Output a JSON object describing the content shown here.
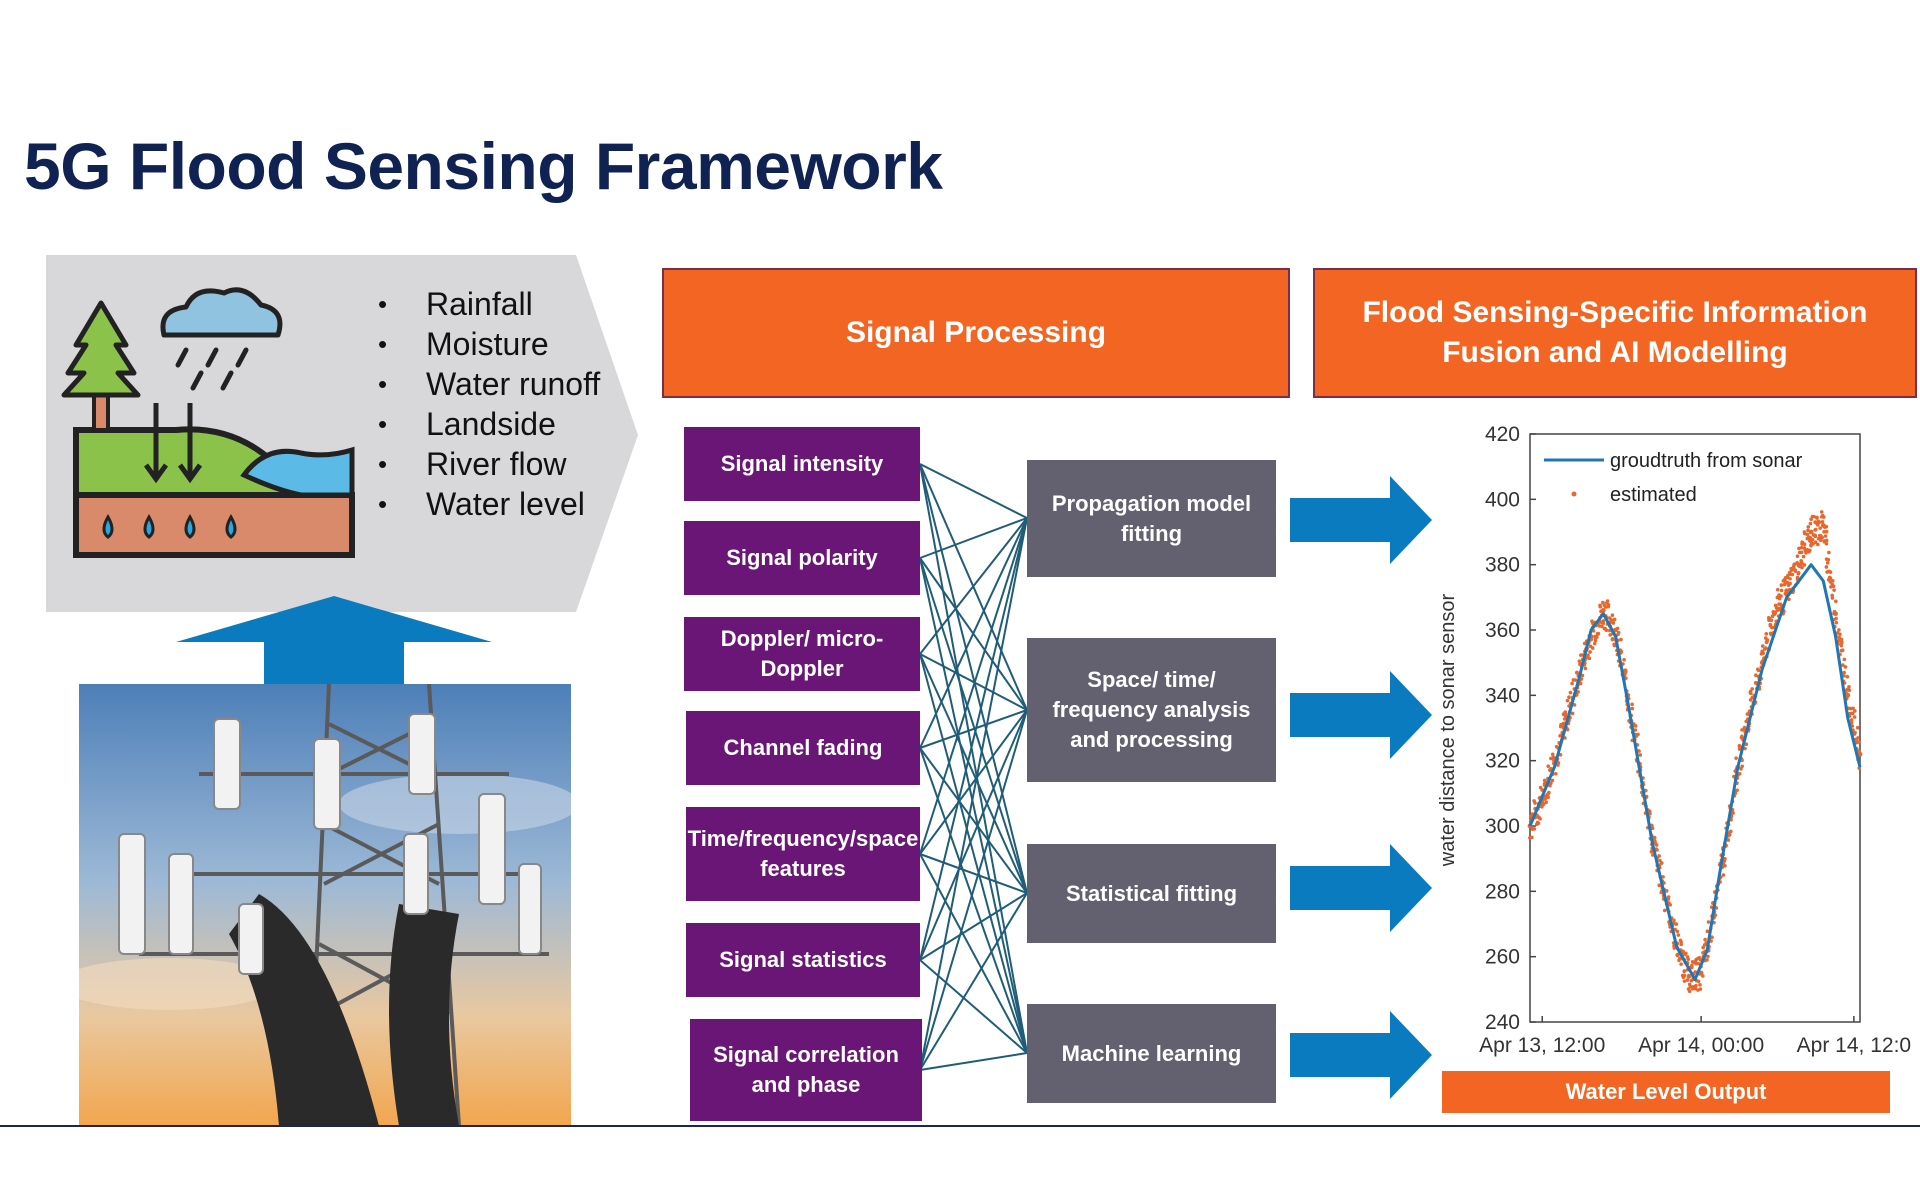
{
  "title": "5G Flood Sensing Framework",
  "bullets": [
    "Rainfall",
    "Moisture",
    "Water runoff",
    "Landside",
    "River flow",
    "Water level"
  ],
  "signal_processing": {
    "heading": "Signal Processing",
    "features": [
      "Signal intensity",
      "Signal polarity",
      "Doppler/ micro-Doppler",
      "Channel fading",
      "Time/frequency/space features",
      "Signal statistics",
      "Signal correlation and phase"
    ],
    "methods": [
      "Propagation model fitting",
      "Space/ time/ frequency analysis and processing",
      "Statistical fitting",
      "Machine learning"
    ]
  },
  "fusion": {
    "heading": "Flood Sensing-Specific Information Fusion and AI Modelling"
  },
  "output_label": "Water Level Output",
  "colors": {
    "title": "#0f2252",
    "orange": "#f26522",
    "purple": "#6a1676",
    "grey": "#63606f",
    "arrow": "#0b7bc0",
    "link": "#1f5d78"
  },
  "chart_data": {
    "type": "line",
    "ylabel": "water distance to sonar sensor",
    "ylim": [
      240,
      420
    ],
    "yticks": [
      240,
      260,
      280,
      300,
      320,
      340,
      360,
      380,
      400,
      420
    ],
    "xticks": [
      "Apr 13, 12:00",
      "Apr 14, 00:00",
      "Apr 14, 12:0"
    ],
    "legend_position": "top-left",
    "x_hours_range": [
      0,
      27
    ],
    "series": [
      {
        "name": "groudtruth from sonar",
        "style": "line",
        "color": "#1f77b4",
        "x": [
          0,
          2,
          4,
          5,
          6,
          7,
          8,
          10,
          12,
          13.5,
          14.5,
          15.5,
          17,
          19,
          21,
          23,
          24,
          25,
          26,
          27
        ],
        "y": [
          300,
          318,
          345,
          360,
          365,
          358,
          338,
          295,
          263,
          253,
          262,
          285,
          318,
          348,
          370,
          380,
          375,
          358,
          333,
          318
        ]
      },
      {
        "name": "estimated",
        "style": "scatter",
        "color": "#e8672d",
        "x": [
          0,
          1,
          2,
          3,
          4,
          5,
          6,
          7,
          8,
          9,
          10,
          11,
          12,
          13,
          14,
          15,
          16,
          17,
          18,
          19,
          20,
          21,
          22,
          23,
          24,
          25,
          26,
          27
        ],
        "y": [
          300,
          308,
          320,
          333,
          346,
          358,
          366,
          360,
          340,
          318,
          296,
          280,
          264,
          254,
          255,
          272,
          294,
          318,
          335,
          350,
          365,
          372,
          380,
          390,
          392,
          365,
          340,
          322
        ]
      }
    ]
  }
}
